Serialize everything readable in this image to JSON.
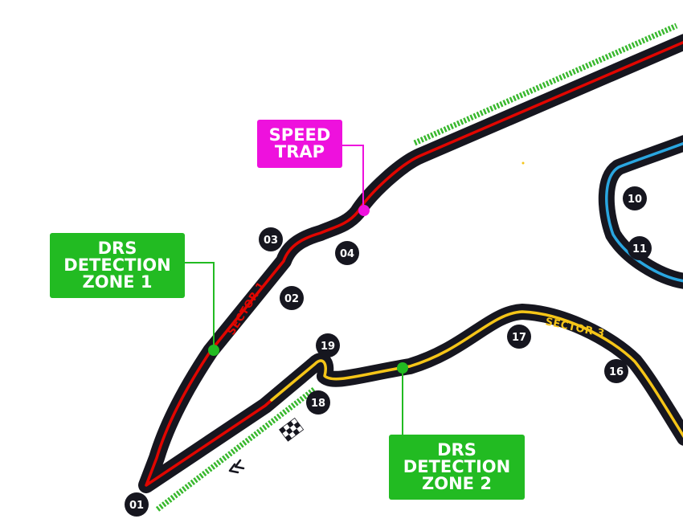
{
  "map": {
    "colors": {
      "track": "#16161f",
      "sector1": "#e10600",
      "sector2": "#2aa6e0",
      "sector3": "#f5c518",
      "drs_zone": "#39b82e",
      "callout_green": "#22bb22",
      "callout_pink": "#ee11dd",
      "corner_badge": "#16161f"
    },
    "sectors": [
      {
        "id": "sector1",
        "label": "SECTOR 1"
      },
      {
        "id": "sector3",
        "label": "SECTOR 3"
      }
    ],
    "corners": [
      "01",
      "02",
      "03",
      "04",
      "10",
      "11",
      "16",
      "17",
      "18",
      "19"
    ],
    "callouts": {
      "drs1": {
        "lines": [
          "DRS",
          "DETECTION",
          "ZONE 1"
        ]
      },
      "drs2": {
        "lines": [
          "DRS",
          "DETECTION",
          "ZONE 2"
        ]
      },
      "speed_trap": {
        "lines": [
          "SPEED",
          "TRAP"
        ]
      }
    },
    "icons": [
      "finish-flag-icon",
      "direction-chevrons-icon"
    ]
  }
}
